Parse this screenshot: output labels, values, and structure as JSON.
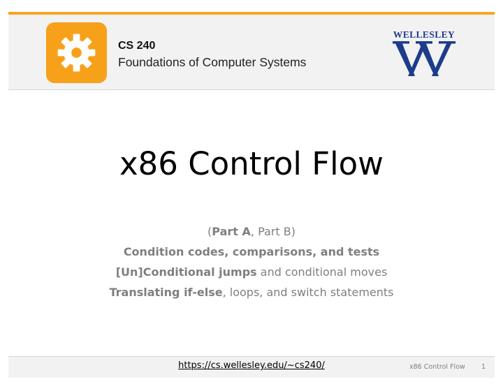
{
  "header": {
    "course_code": "CS 240",
    "course_name": "Foundations of Computer Systems",
    "institution_wordmark": "WELLESLEY",
    "icon": "gear-icon",
    "logo": "wellesley-w-logo",
    "accent_color": "#f6a623",
    "brand_color": "#1d3c8c"
  },
  "slide": {
    "title": "x86 Control Flow",
    "outline": {
      "parts": {
        "open": "(",
        "part_a": "Part A",
        "sep": ", Part B)"
      },
      "line2": {
        "bold": "Condition codes, comparisons, and tests"
      },
      "line3": {
        "bold": "[Un]Conditional jumps",
        "rest": " and conditional moves"
      },
      "line4": {
        "bold": "Translating if-else",
        "rest": ", loops, and switch statements"
      }
    }
  },
  "footer": {
    "url": "https://cs.wellesley.edu/~cs240/",
    "deck_title": "x86 Control Flow",
    "page_number": "1"
  }
}
